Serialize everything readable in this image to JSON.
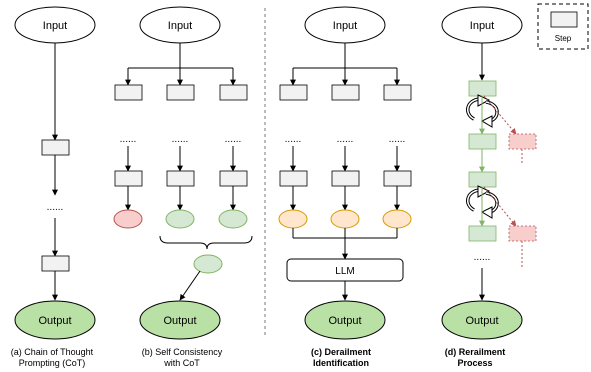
{
  "nodes": {
    "input_label": "Input",
    "output_label": "Output",
    "llm_label": "LLM",
    "legend_step_label": "Step",
    "ellipsis": "......"
  },
  "panels": [
    {
      "caption_line1": "(a) Chain of Thought",
      "caption_line2": "Prompting (CoT)"
    },
    {
      "caption_line1": "(b) Self Consistency",
      "caption_line2": "with CoT"
    },
    {
      "caption_line1": "(c) Derailment",
      "caption_line2": "Identification"
    },
    {
      "caption_line1": "(d) Rerailment",
      "caption_line2": "Process"
    }
  ],
  "colors": {
    "step_fill": "#f2f2f2",
    "output_fill": "#b9e0a5",
    "green_step_fill": "#d5e8d4",
    "green_step_stroke": "#82b366",
    "red_fill": "#f8cecc",
    "red_stroke": "#b85450",
    "orange_fill": "#ffe6cc",
    "orange_stroke": "#d79b00"
  }
}
